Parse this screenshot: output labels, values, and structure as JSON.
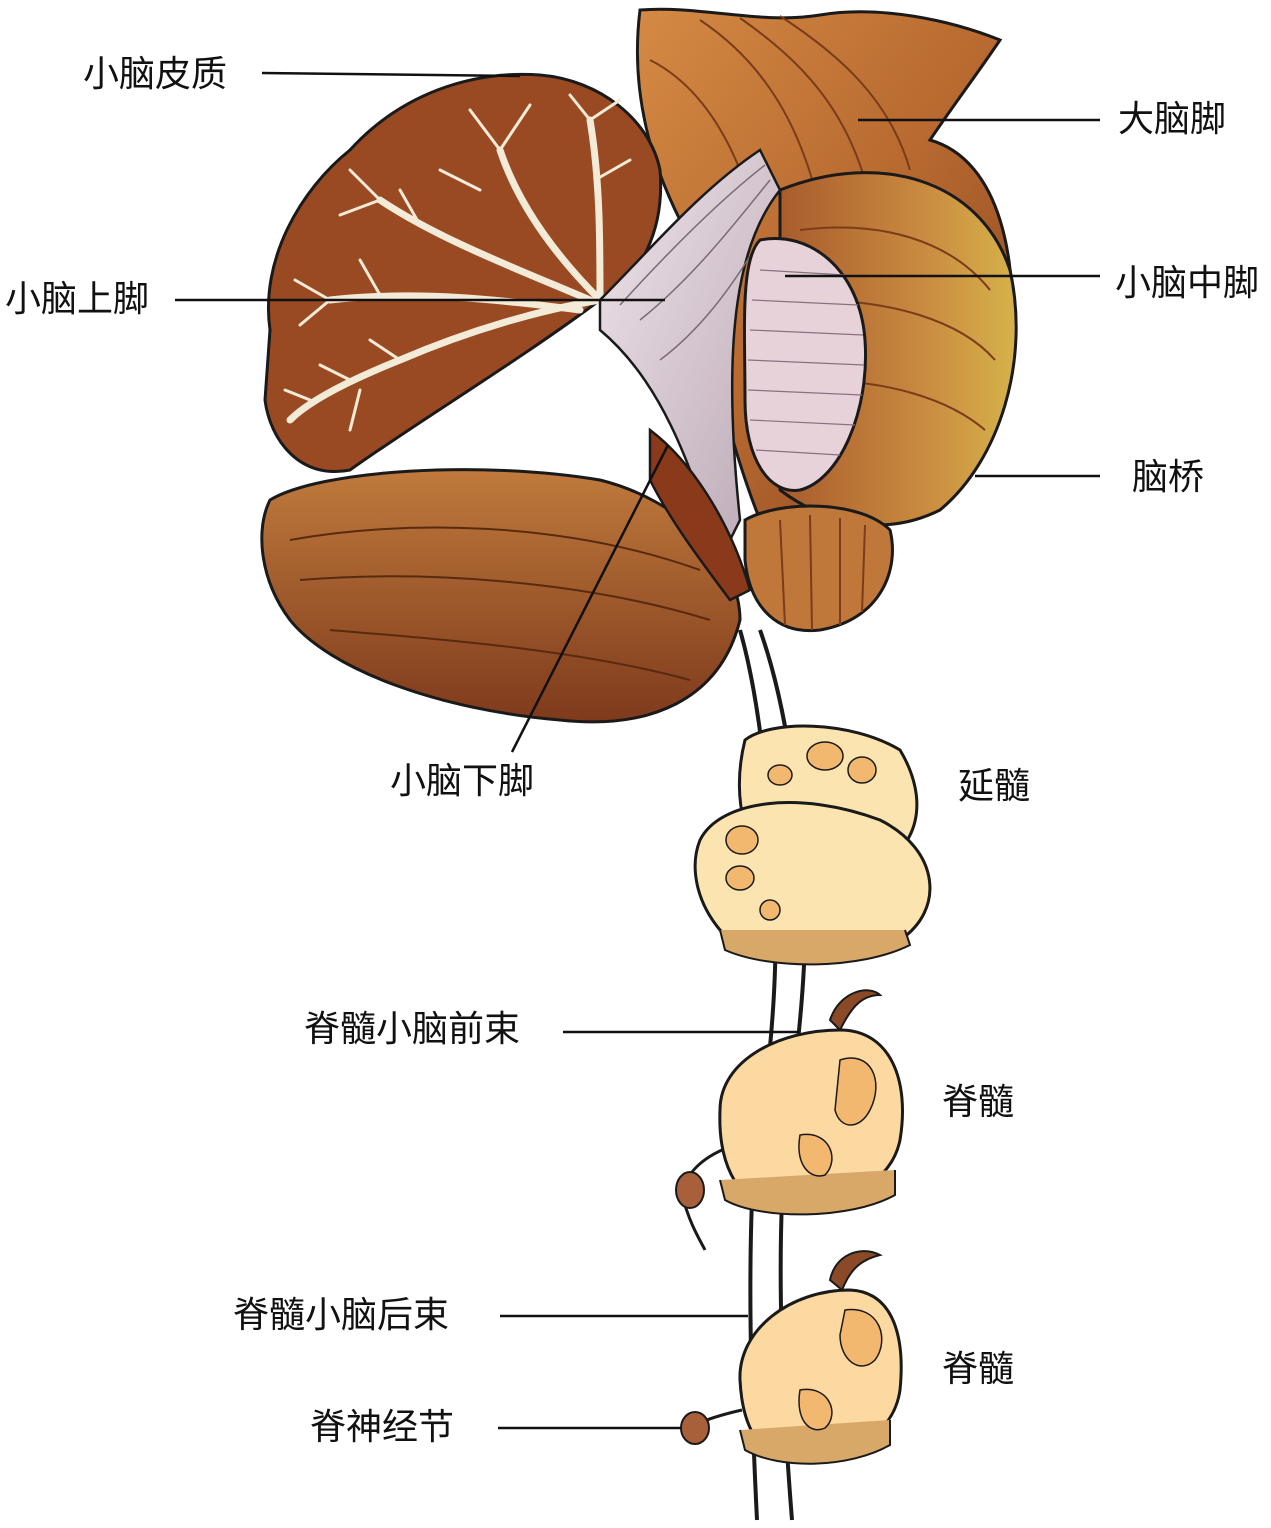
{
  "labels": {
    "cerebellar_cortex": "小脑皮质",
    "cerebral_peduncle": "大脑脚",
    "superior_cerebellar_peduncle": "小脑上脚",
    "middle_cerebellar_peduncle": "小脑中脚",
    "pons": "脑桥",
    "inferior_cerebellar_peduncle": "小脑下脚",
    "medulla": "延髓",
    "anterior_spinocerebellar_tract": "脊髓小脑前束",
    "spinal_cord_upper": "脊髓",
    "posterior_spinocerebellar_tract": "脊髓小脑后束",
    "spinal_cord_lower": "脊髓",
    "spinal_ganglion": "脊神经节"
  },
  "colors": {
    "cortex": "#9a4a22",
    "white_matter": "#f4ead8",
    "brainstem": "#c47a3a",
    "pons": "#c98a40",
    "middle_peduncle": "#e6d2d8",
    "tract_fibers": "#d9c8cf",
    "medulla": "#fbe4b0",
    "spinal_section": "#fbd9a0",
    "outline": "#1a1a1a"
  }
}
